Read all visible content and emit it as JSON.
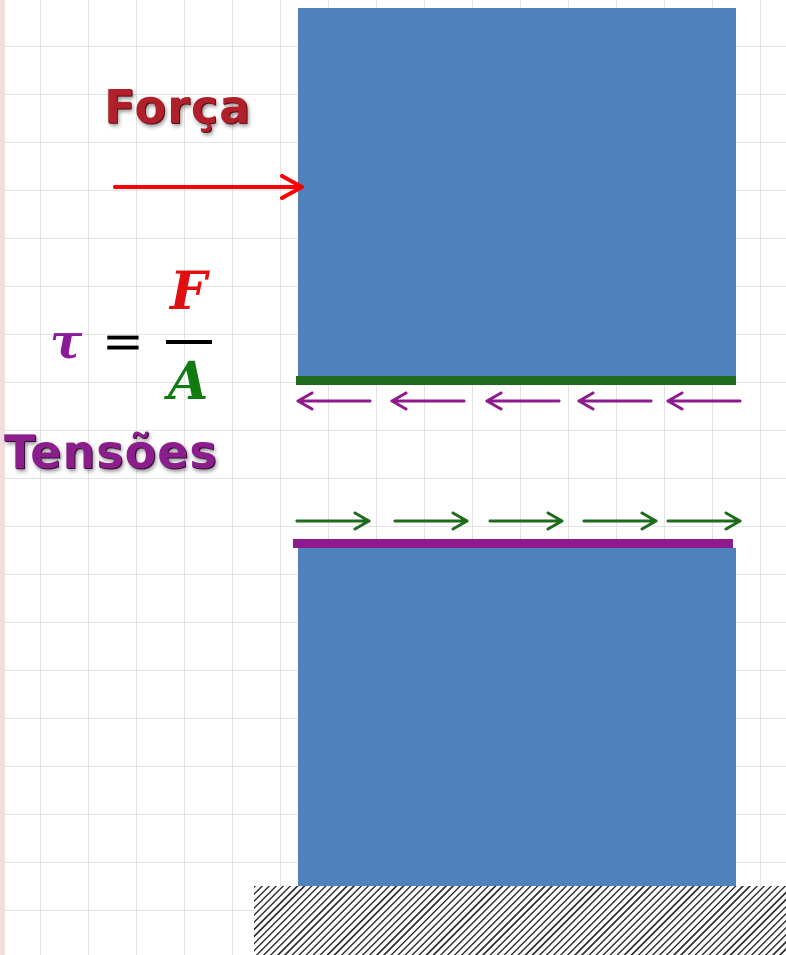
{
  "labels": {
    "force": "Força",
    "stresses": "Tensões"
  },
  "formula": {
    "tau": "τ",
    "equals": "=",
    "numerator": "F",
    "denominator": "A"
  },
  "colors": {
    "block": "#4f81bd",
    "force_arrow": "#ff0000",
    "top_edge": "#1e6b1e",
    "bottom_edge": "#8e1b8e",
    "upper_stress_arrows": "#8e1b8e",
    "lower_stress_arrows": "#1e6b1e",
    "force_label": "#b0202a",
    "stresses_label": "#8a1e8a",
    "tau": "#8b1a9a",
    "numerator": "#e01010",
    "denominator": "#117a11"
  },
  "arrows": {
    "upper_stress": {
      "count": 5,
      "direction": "left"
    },
    "lower_stress": {
      "count": 5,
      "direction": "right"
    }
  }
}
